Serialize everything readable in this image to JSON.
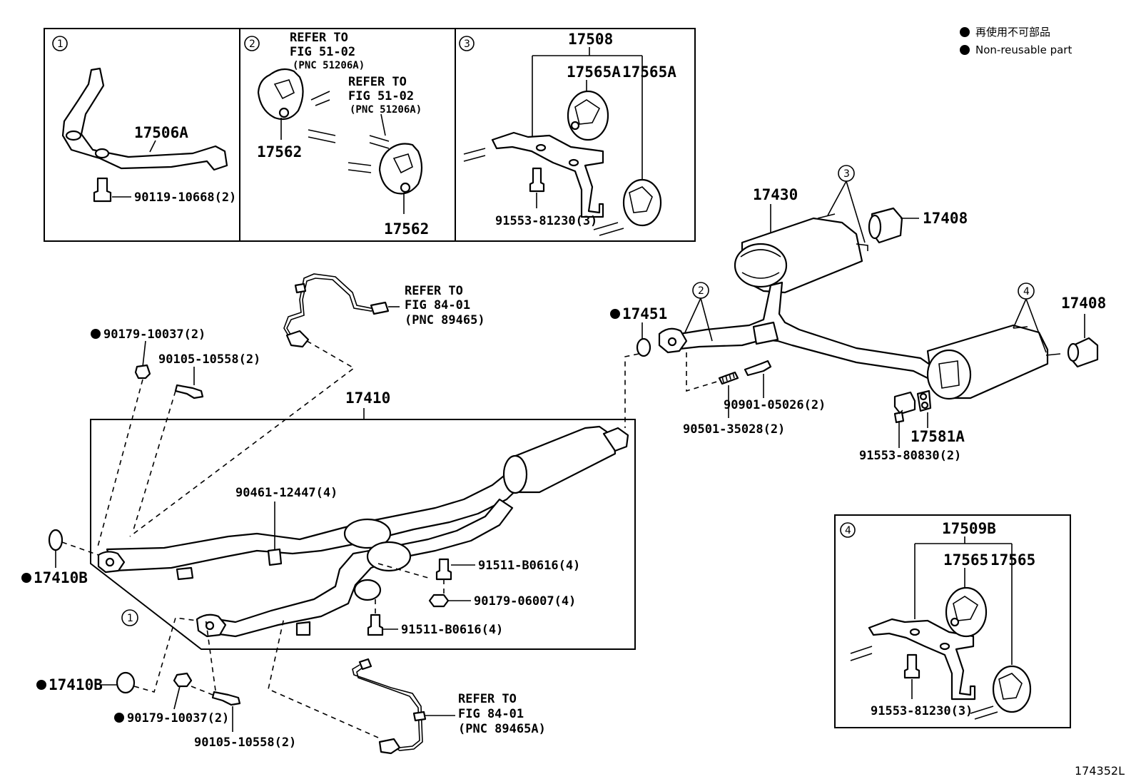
{
  "legend": {
    "ja": "再使用不可部品",
    "en": "Non-reusable part"
  },
  "figure_code": "174352L",
  "insets": {
    "i1": {
      "marker": "1",
      "part": "17506A",
      "bolt": "90119-10668(2)"
    },
    "i2": {
      "marker": "2",
      "ref1": [
        "REFER TO",
        "FIG 51-02",
        "(PNC 51206A)"
      ],
      "ref2": [
        "REFER TO",
        "FIG 51-02",
        "(PNC 51206A)"
      ],
      "part_a": "17562",
      "part_b": "17562"
    },
    "i3": {
      "marker": "3",
      "bracket": "17508",
      "hanger_a": "17565A",
      "hanger_b": "17565A",
      "bolt": "91553-81230(3)"
    },
    "i4": {
      "marker": "4",
      "bracket": "17509B",
      "hanger_a": "17565",
      "hanger_b": "17565",
      "bolt": "91553-81230(3)"
    }
  },
  "main": {
    "assembly": "17410",
    "marker": "1",
    "sensor_ref_top": [
      "REFER TO",
      "FIG 84-01",
      "(PNC 89465)"
    ],
    "sensor_ref_bottom": [
      "REFER TO",
      "FIG 84-01",
      "(PNC 89465A)"
    ],
    "nut_top": "90179-10037(2)",
    "stud_top": "90105-10558(2)",
    "gasket_left_top": "17410B",
    "gasket_left_bottom": "17410B",
    "nut_bottom": "90179-10037(2)",
    "stud_bottom": "90105-10558(2)",
    "clamp": "90461-12447(4)",
    "bolt_a": "91511-B0616(4)",
    "nut_b": "90179-06007(4)",
    "bolt_c": "91511-B0616(4)"
  },
  "rear": {
    "gasket": "17451",
    "muffler": "17430",
    "marker_3": "3",
    "tip_upper": "17408",
    "marker_2": "2",
    "marker_4": "4",
    "tip_right": "17408",
    "bolt": "90901-05026(2)",
    "spring": "90501-35028(2)",
    "hanger": "17581A",
    "hanger_bolt": "91553-80830(2)"
  }
}
